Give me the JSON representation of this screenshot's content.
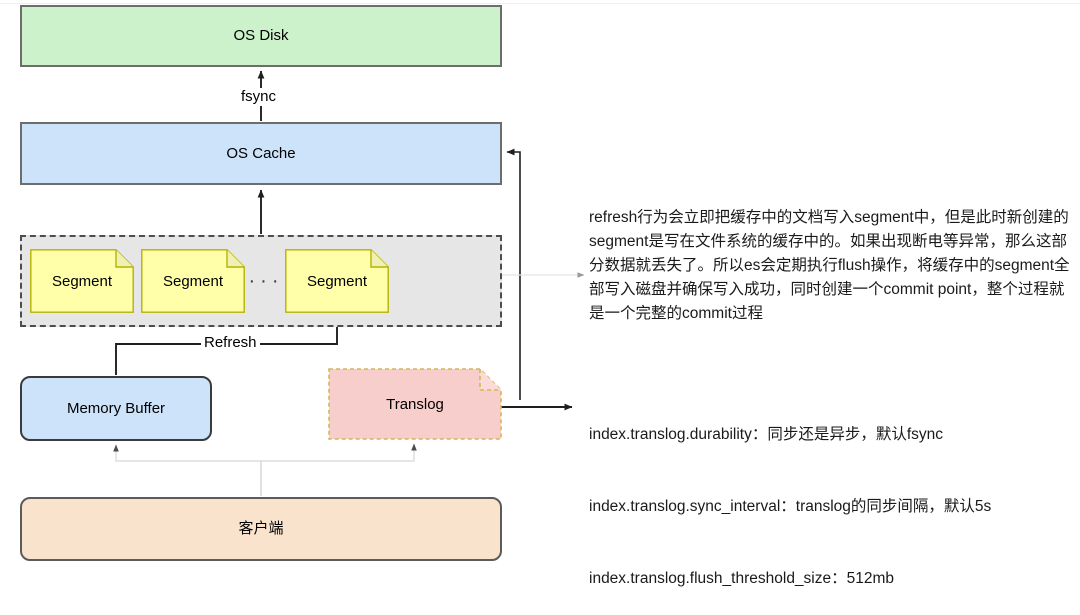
{
  "diagram": {
    "title": "Elasticsearch write path (refresh / flush / translog)",
    "nodes": {
      "os_disk": {
        "label": "OS Disk",
        "fill": "#ccf2cc",
        "stroke": "#6d6d6d"
      },
      "os_cache": {
        "label": "OS Cache",
        "fill": "#cde3f9",
        "stroke": "#6d6d6d"
      },
      "memory_buffer": {
        "label": "Memory Buffer",
        "fill": "#cde3f9",
        "stroke": "#3b3b3b"
      },
      "translog": {
        "label": "Translog",
        "fill": "#f8cecc",
        "stroke": "#d6b656"
      },
      "client": {
        "label": "客户端",
        "fill": "#fae3cd",
        "stroke": "#5b5b5b"
      },
      "segment_container": {
        "fill": "#e6e6e6",
        "stroke": "#4d4d4d"
      }
    },
    "segments": [
      {
        "label": "Segment",
        "fill": "#ffffaa",
        "stroke": "#b3b300"
      },
      {
        "label": "Segment",
        "fill": "#ffffaa",
        "stroke": "#b3b300"
      },
      {
        "label": "Segment",
        "fill": "#ffffaa",
        "stroke": "#b3b300"
      }
    ],
    "segment_ellipsis": "···",
    "edge_labels": {
      "fsync": "fsync",
      "refresh": "Refresh"
    }
  },
  "annotations": {
    "refresh_note": "refresh行为会立即把缓存中的文档写入segment中，但是此时新创建的segment是写在文件系统的缓存中的。如果出现断电等异常，那么这部分数据就丢失了。所以es会定期执行flush操作，将缓存中的segment全部写入磁盘并确保写入成功，同时创建一个commit point，整个过程就是一个完整的commit过程",
    "translog_settings": [
      "index.translog.durability：同步还是异步，默认fsync",
      "index.translog.sync_interval：translog的同步间隔，默认5s",
      "index.translog.flush_threshold_size：512mb"
    ]
  }
}
